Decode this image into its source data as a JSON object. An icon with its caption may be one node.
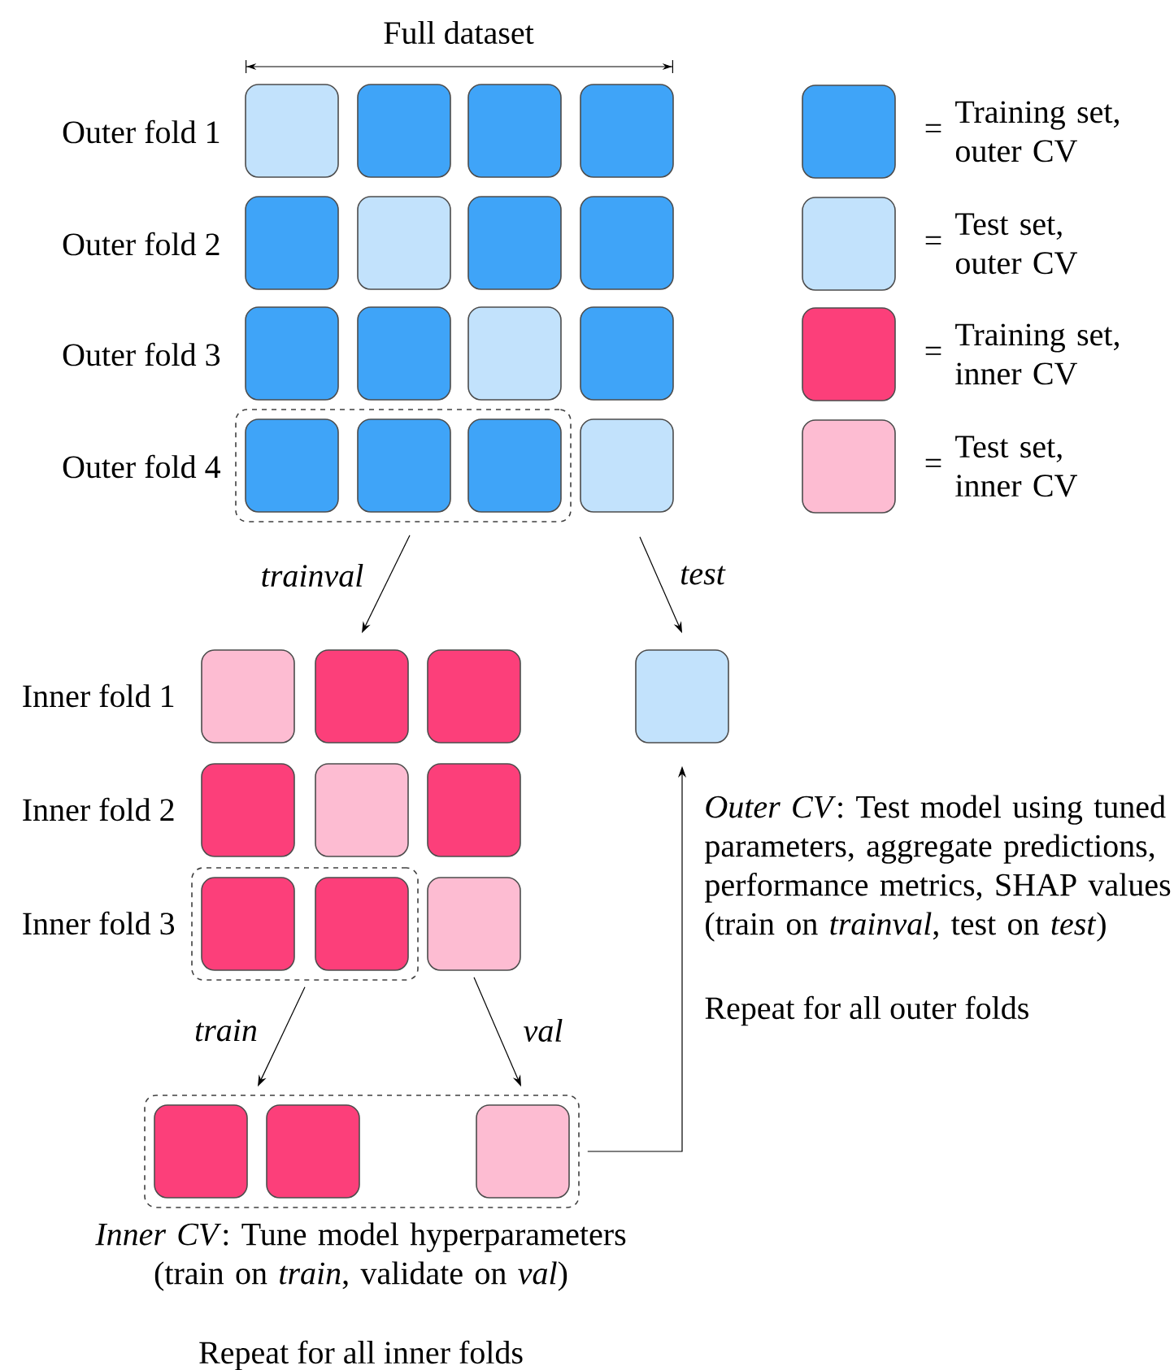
{
  "diagram": {
    "nodes": [
      {
        "text": [],
        "shape": "box"
      },
      {
        "text": [],
        "shape": "box"
      },
      {
        "text": [],
        "shape": "box"
      },
      {
        "text": [],
        "shape": "box"
      },
      {
        "text": [],
        "shape": "box"
      },
      {
        "text": [],
        "shape": "box"
      },
      {
        "text": [],
        "shape": "box"
      },
      {
        "text": [],
        "shape": "box"
      },
      {
        "text": [],
        "shape": "box"
      },
      {
        "text": [],
        "shape": "box"
      },
      {
        "text": [],
        "shape": "box"
      },
      {
        "text": [],
        "shape": "box"
      },
      {
        "text": [],
        "shape": "box"
      },
      {
        "text": [],
        "shape": "box",
        "in": 12
      },
      {
        "text": [],
        "shape": "box",
        "in": 12
      },
      {
        "text": [],
        "shape": "box",
        "in": 12
      },
      {
        "text": [],
        "shape": "box"
      },
      {
        "text": [],
        "shape": "box"
      },
      {
        "text": [],
        "shape": "box"
      },
      {
        "text": [],
        "shape": "box"
      },
      {
        "text": [],
        "shape": "box"
      },
      {
        "text": [],
        "shape": "box"
      },
      {
        "text": [],
        "shape": "box"
      },
      {
        "text": [],
        "shape": "box"
      },
      {
        "text": [],
        "shape": "box"
      },
      {
        "text": [],
        "shape": "box",
        "in": 24
      },
      {
        "text": [],
        "shape": "box",
        "in": 24
      },
      {
        "text": [],
        "shape": "box"
      },
      {
        "text": [],
        "shape": "box"
      },
      {
        "text": [],
        "shape": "box",
        "in": 28
      },
      {
        "text": [],
        "shape": "box",
        "in": 28
      },
      {
        "text": [],
        "shape": "box",
        "in": 28
      }
    ],
    "edges": [
      {
        "from": 12,
        "to": 18,
        "arrow": "to",
        "label": "trainval"
      },
      {
        "from": 16,
        "to": 20,
        "arrow": "to",
        "label": "test"
      },
      {
        "from": 24,
        "to": 28,
        "arrow": "to",
        "label": "train"
      },
      {
        "from": 27,
        "to": 28,
        "arrow": "to",
        "label": "val"
      },
      {
        "from": 28,
        "to": 20,
        "arrow": "to"
      }
    ],
    "labels": [
      "Full dataset",
      "Outer fold 1",
      "Outer fold 2",
      "Outer fold 3",
      "Outer fold 4",
      "=",
      "=",
      "=",
      "=",
      "Inner fold 1",
      "Inner fold 2",
      "Inner fold 3",
      "*Outer CV*: Test model using tuned parameters, aggregate predictions, performance metrics, SHAP values (train on *trainval*, test on *test*)",
      "Repeat for all outer folds",
      "*Inner CV*: Tune model hyperparameters (train on *train*, validate on *val*)",
      "Repeat for all inner folds"
    ],
    "legend": [
      {
        "text": "Training set, outer CV",
        "color": "#3fa4f8"
      },
      {
        "text": "Test set, outer CV",
        "color": "#c2e2fc"
      },
      {
        "text": "Training set, inner CV",
        "color": "#fc3f7a"
      },
      {
        "text": "Test set, inner CV",
        "color": "#fdbcd2"
      }
    ]
  }
}
